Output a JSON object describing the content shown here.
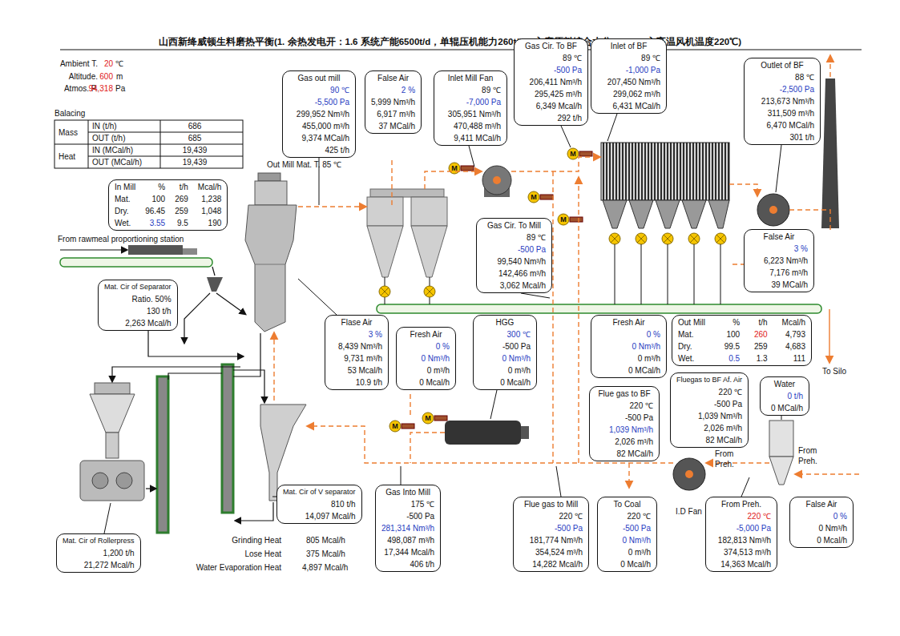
{
  "diagram": {
    "title": "山西新绛威顿生料磨热平衡(1. 余热发电开：1.6 系统产能6500t/d，单辊压机能力260t/h，入磨原料综合水分≤3.5%，入高温风机温度220℃)",
    "nodes": [
      {
        "text": [
          "Gas out mill",
          "90 ℃",
          "-5,500 Pa",
          "299,952 Nm³/h",
          "455,000 m³/h",
          "9,374 MCal/h",
          "425 t/h"
        ]
      },
      {
        "text": [
          "False Air",
          "2 %",
          "5,999 Nm³/h",
          "6,917 m³/h",
          "37 MCal/h"
        ]
      },
      {
        "text": [
          "Inlet Mill Fan",
          "89 ℃",
          "-7,000 Pa",
          "305,951 Nm³/h",
          "470,488 m³/h",
          "9,411 MCal/h"
        ]
      },
      {
        "text": [
          "Gas Cir. To BF",
          "89 ℃",
          "-500 Pa",
          "206,411 Nm³/h",
          "295,425 m³/h",
          "6,349 Mcal/h",
          "292 t/h"
        ]
      },
      {
        "text": [
          "Inlet of BF",
          "89 ℃",
          "-1,000 Pa",
          "207,450 Nm³/h",
          "299,062 m³/h",
          "6,431 MCal/h"
        ]
      },
      {
        "text": [
          "Outlet of BF",
          "88 ℃",
          "-2,500 Pa",
          "213,673 Nm³/h",
          "311,509 m³/h",
          "6,470 MCal/h",
          "301 t/h"
        ]
      },
      {
        "text": [
          "In Mill",
          "%",
          "t/h",
          "Mcal/h",
          "Mat.",
          "100",
          "269",
          "1,238",
          "Dry.",
          "96.45",
          "259",
          "1,048",
          "Wet.",
          "3.55",
          "9.5",
          "190"
        ]
      },
      {
        "text": [
          "Gas Cir. To Mill",
          "89 ℃",
          "-500 Pa",
          "99,540 Nm³/h",
          "142,466 m³/h",
          "3,062 Mcal/h"
        ]
      },
      {
        "text": [
          "False Air",
          "3 %",
          "6,223 Nm³/h",
          "7,176 m³/h",
          "39 MCal/h"
        ]
      },
      {
        "text": [
          "Mat. Cir of Separator",
          "Ratio. 50%",
          "130 t/h",
          "2,263 Mcal/h"
        ]
      },
      {
        "text": [
          "Flase Air",
          "3 %",
          "8,439 Nm³/h",
          "9,731 m³/h",
          "53 Mcal/h",
          "10.9 t/h"
        ]
      },
      {
        "text": [
          "Fresh Air",
          "0 %",
          "0 Nm³/h",
          "0 m³/h",
          "0 Mcal/h"
        ]
      },
      {
        "text": [
          "HGG",
          "300 ℃",
          "-500 Pa",
          "0 Nm³/h",
          "0 m³/h",
          "0 Mcal/h"
        ]
      },
      {
        "text": [
          "Fresh Air",
          "0 %",
          "0 Nm³/h",
          "0 m³/h",
          "0 MCal/h"
        ]
      },
      {
        "text": [
          "Out Mill",
          "%",
          "t/h",
          "Mcal/h",
          "Mat.",
          "100",
          "260",
          "4,793",
          "Dry.",
          "99.5",
          "259",
          "4,683",
          "Wet.",
          "0.5",
          "1.3",
          "111"
        ]
      },
      {
        "text": [
          "Flue gas to BF",
          "220 ℃",
          "-500 Pa",
          "1,039 Nm³/h",
          "2,026 m³/h",
          "82 MCal/h"
        ]
      },
      {
        "text": [
          "Fluegas to BF Af. Air",
          "220 ℃",
          "-500 Pa",
          "1,039 Nm³/h",
          "2,026 m³/h",
          "82 MCal/h"
        ]
      },
      {
        "text": [
          "Water",
          "0 t/h",
          "0 MCal/h"
        ]
      },
      {
        "text": [
          "Mat. Cir of V separator",
          "810 t/h",
          "14,097 Mcal/h"
        ]
      },
      {
        "text": [
          "Gas Into Mill",
          "175 ℃",
          "-500 Pa",
          "281,314 Nm³/h",
          "498,087 m³/h",
          "17,344 Mcal/h",
          "406 t/h"
        ]
      },
      {
        "text": [
          "Flue gas to Mill",
          "220 ℃",
          "-500 Pa",
          "181,774 Nm³/h",
          "354,524 m³/h",
          "14,282 Mcal/h"
        ]
      },
      {
        "text": [
          "To Coal",
          "220 ℃",
          "-500 Pa",
          "0 Nm³/h",
          "0 m³/h",
          "0 Mcal/h"
        ]
      },
      {
        "text": [
          "From Preh.",
          "220 ℃",
          "-5,000 Pa",
          "182,813 Nm³/h",
          "374,513 m³/h",
          "14,363 Mcal/h"
        ]
      },
      {
        "text": [
          "False Air",
          "0 %",
          "0 Nm³/h",
          "0 Mcal/h"
        ]
      },
      {
        "text": [
          "Mat. Cir of Rollerpress",
          "1,200 t/h",
          "21,272 Mcal/h"
        ]
      }
    ],
    "labels": [
      "Ambient T.",
      "20",
      "℃",
      "Altitude.",
      "600",
      "m",
      "Atmos. P.",
      "94,318",
      "Pa",
      "Balacing",
      "Mass",
      "IN (t/h)",
      "686",
      "OUT (t/h)",
      "685",
      "Heat",
      "IN (MCal/h)",
      "19,439",
      "OUT (MCal/h)",
      "19,439",
      "Out Mill Mat. T. 85 ℃",
      "From rawmeal proportioning station",
      "To Silo",
      "I.D Fan",
      "From Preh.",
      "From Preh.",
      "Grinding Heat",
      "805 Mcal/h",
      "Lose Heat",
      "375 Mcal/h",
      "Water Evaporation Heat",
      "4,897 Mcal/h",
      "M",
      "M",
      "M",
      "M",
      "M",
      "M"
    ]
  }
}
